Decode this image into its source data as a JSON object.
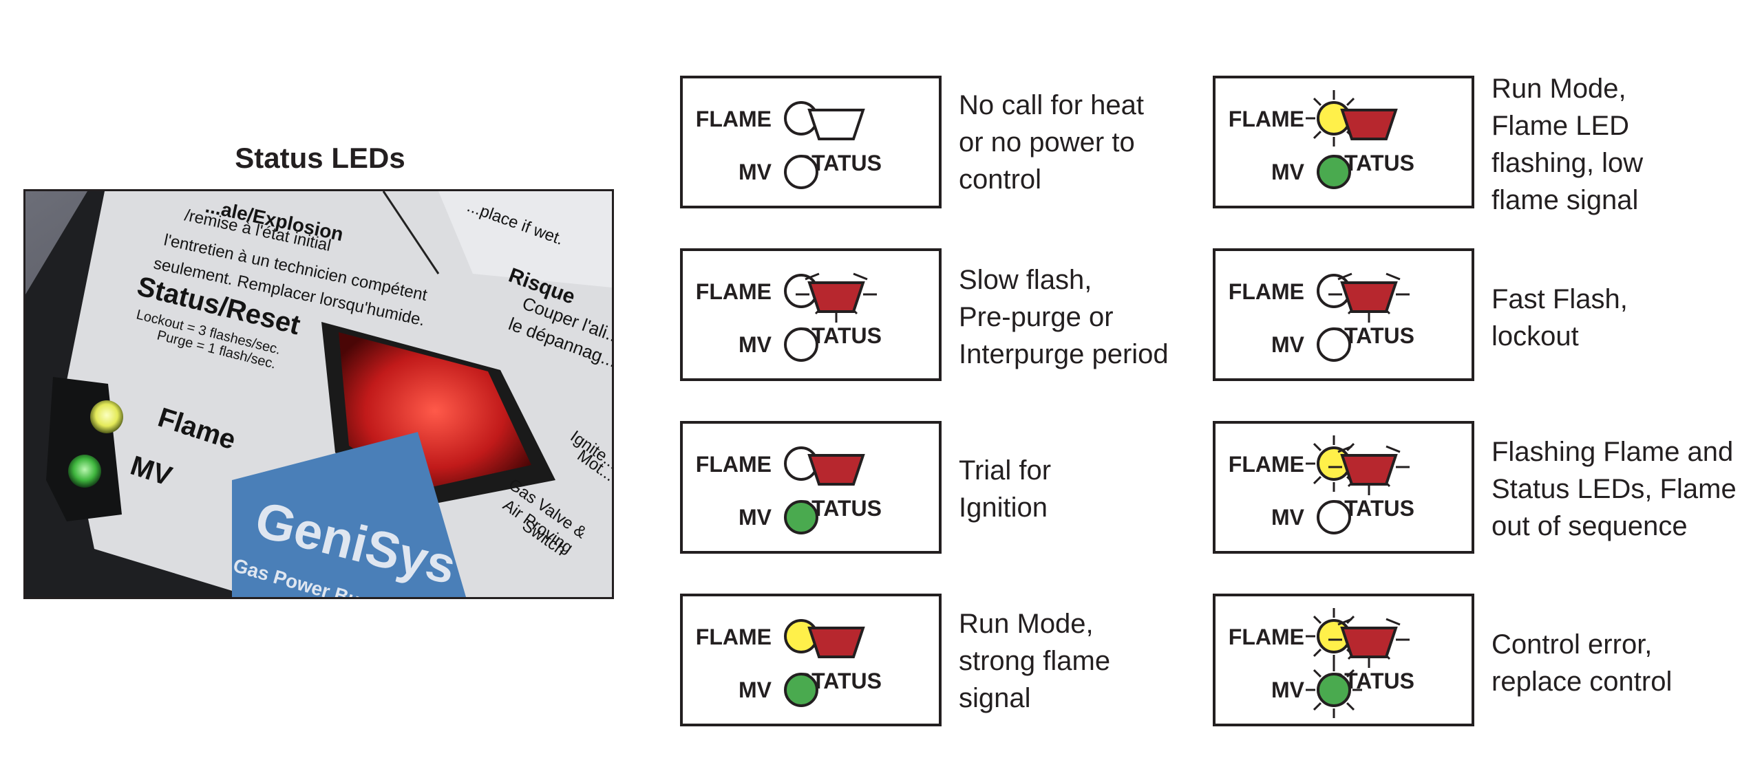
{
  "title": "Status LEDs",
  "colors": {
    "flame_on": "#fff04a",
    "mv_on": "#4aaa4f",
    "status_on": "#b7272e",
    "stroke": "#231f20"
  },
  "photo": {
    "warning_top": "/remise à l'état initial\nl'entretien à un technicien compétent\nseulement. Remplacer lorsqu'humide.",
    "warning_top_right": "...place if wet.",
    "heading_top": "...ale/Explosion",
    "status_reset": "Status/Reset",
    "lockout_note": "Lockout = 3 flashes/sec.",
    "purge_note": "Purge = 1 flash/sec.",
    "flame_label": "Flame",
    "mv_label": "MV",
    "brand": "GeniSys",
    "brand_sub": "Gas Power Burn...",
    "risque": "Risque",
    "risque_text_1": "Couper l'ali...",
    "risque_text_2": "le dépannag...",
    "igniter_1": "Ignite...",
    "igniter_2": "Mot...",
    "gas_valve_1": "Gas Valve &",
    "gas_valve_2": "Air Proving",
    "gas_valve_3": "Switch"
  },
  "labels": {
    "flame": "FLAME",
    "mv": "MV",
    "status": "STATUS"
  },
  "panels": [
    {
      "flame": "off",
      "mv": "off",
      "status": "off",
      "caption": "No call for heat\nor no power to\ncontrol"
    },
    {
      "flame": "off",
      "mv": "off",
      "status": "flash",
      "caption": "Slow flash,\nPre-purge or\nInterpurge period"
    },
    {
      "flame": "off",
      "mv": "on",
      "status": "on",
      "caption": "Trial for\nIgnition"
    },
    {
      "flame": "on",
      "mv": "on",
      "status": "on",
      "caption": "Run Mode,\nstrong flame\nsignal"
    },
    {
      "flame": "flash",
      "mv": "on",
      "status": "on",
      "caption": "Run Mode,\nFlame LED\nflashing, low\nflame signal"
    },
    {
      "flame": "off",
      "mv": "off",
      "status": "flash",
      "caption": "Fast Flash,\nlockout"
    },
    {
      "flame": "flash",
      "mv": "off",
      "status": "flash",
      "caption": "Flashing Flame and\nStatus LEDs, Flame\nout of sequence"
    },
    {
      "flame": "flash",
      "mv": "flash",
      "status": "flash",
      "caption": "Control error,\nreplace control"
    }
  ]
}
